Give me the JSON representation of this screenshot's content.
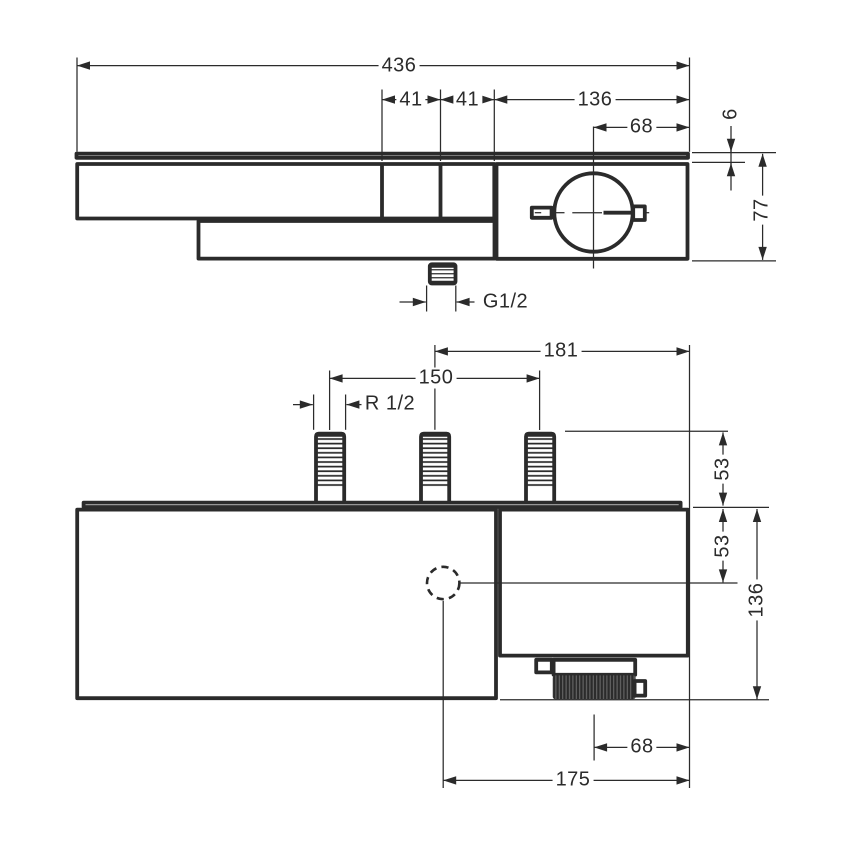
{
  "colors": {
    "line": "#2b2b2b",
    "background": "#ffffff"
  },
  "top_view": {
    "dimensions": {
      "overall_width": "436",
      "square_1": "41",
      "square_2": "41",
      "handle_section": "136",
      "handle_center": "68",
      "plate_thickness": "6",
      "depth": "77",
      "outlet_thread": "G1/2"
    }
  },
  "front_view": {
    "dimensions": {
      "inlet_right_span": "181",
      "inlet_spacing": "150",
      "inlet_thread": "R 1/2",
      "inlet_height": "53",
      "top_to_center": "53",
      "overall_height": "136",
      "knob_center": "68",
      "hole_center_span": "175"
    }
  }
}
